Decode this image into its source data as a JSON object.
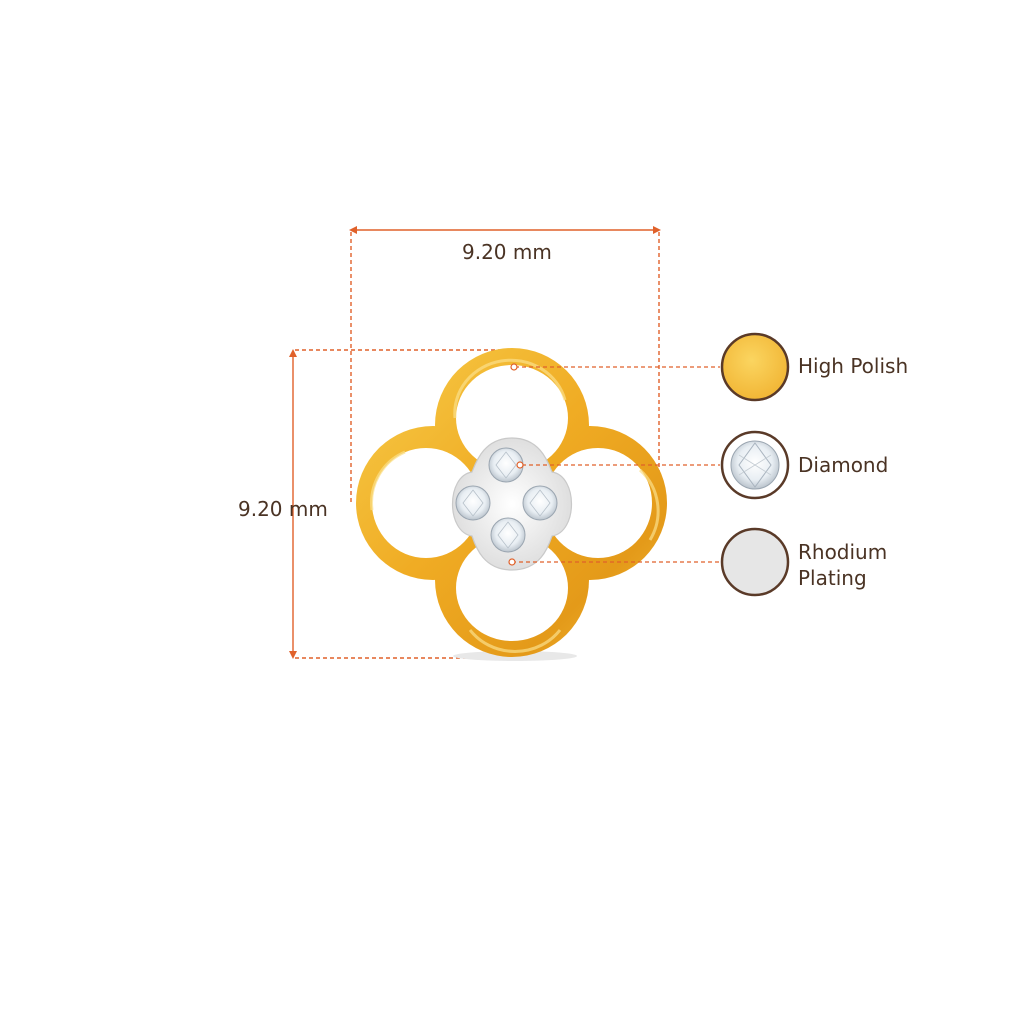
{
  "dimensions": {
    "width_label": "9.20 mm",
    "height_label": "9.20 mm"
  },
  "legend": {
    "high_polish": "High Polish",
    "diamond": "Diamond",
    "rhodium_line1": "Rhodium",
    "rhodium_line2": "Plating"
  },
  "colors": {
    "dimension_line": "#e0612a",
    "legend_outline": "#5a3a28",
    "gold": "#f2b632",
    "gold_dark": "#d9901a",
    "rhodium": "#e6e6e6",
    "text": "#4a3324"
  },
  "icons": {
    "product": "clover-earring",
    "high_polish_swatch": "gold-swatch-icon",
    "diamond_swatch": "diamond-swatch-icon",
    "rhodium_swatch": "rhodium-swatch-icon"
  }
}
